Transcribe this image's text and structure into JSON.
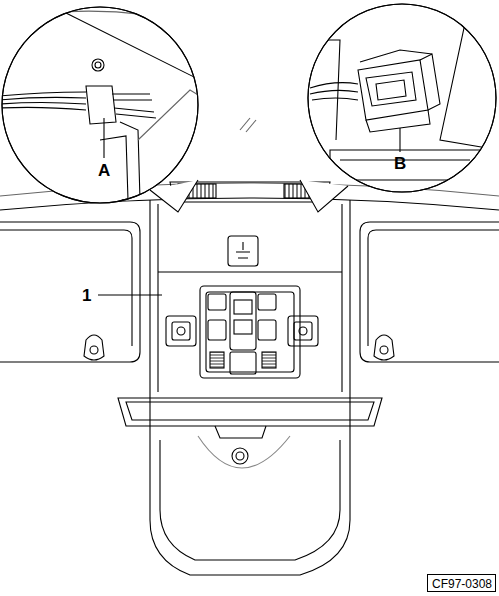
{
  "diagram": {
    "nodes": [
      {
        "text": [
          "CF97-0308"
        ]
      }
    ],
    "labels": [
      "A",
      "B",
      "1"
    ]
  }
}
